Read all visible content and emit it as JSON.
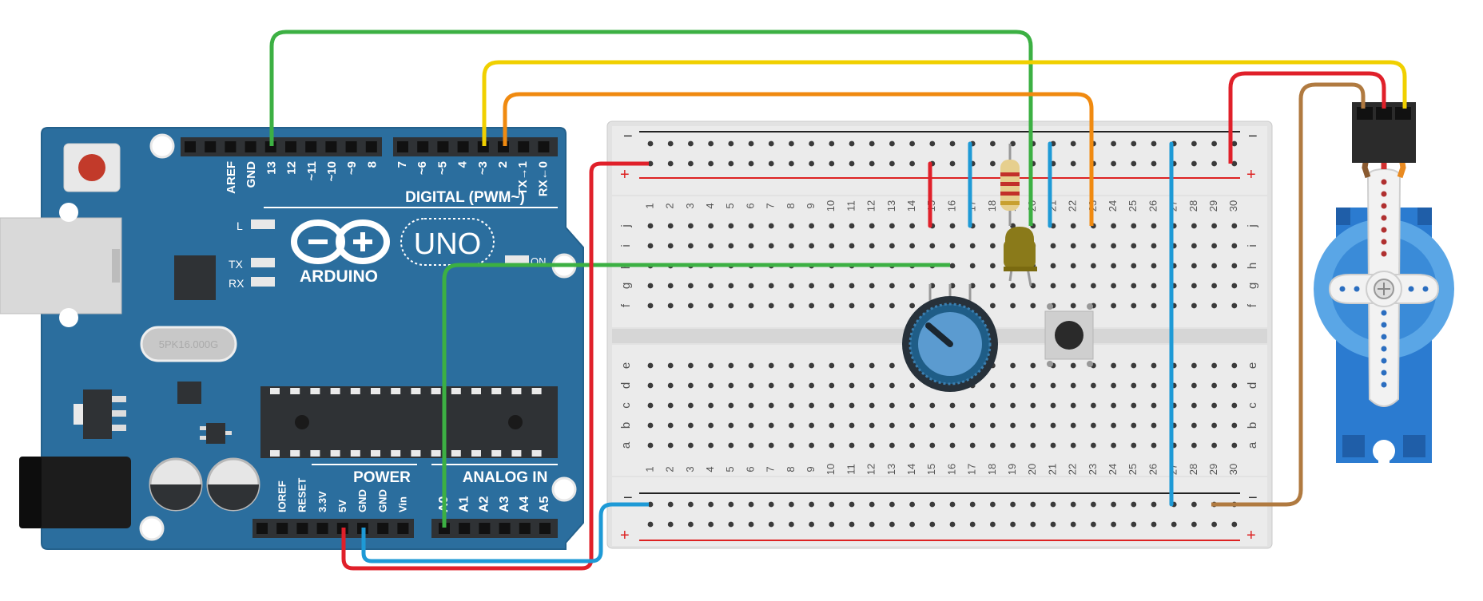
{
  "arduino": {
    "logo_text": "ARDUINO",
    "model_badge": "UNO",
    "digital_header": "DIGITAL (PWM~)",
    "power_header": "POWER",
    "analog_header": "ANALOG IN",
    "crystal_label": "5PK16.000G",
    "led_labels": {
      "l": "L",
      "tx": "TX",
      "rx": "RX",
      "on": "ON"
    },
    "digital_pins_left": [
      "AREF",
      "GND",
      "13",
      "12",
      "~11",
      "~10",
      "~9",
      "8"
    ],
    "digital_pins_right": [
      "7",
      "~6",
      "~5",
      "4",
      "~3",
      "2",
      "TX→1",
      "RX←0"
    ],
    "power_pins": [
      "IOREF",
      "RESET",
      "3.3V",
      "5V",
      "GND",
      "GND",
      "Vin"
    ],
    "analog_pins": [
      "A0",
      "A1",
      "A2",
      "A3",
      "A4",
      "A5"
    ]
  },
  "breadboard": {
    "plus_sign": "+",
    "minus_sign": "−",
    "column_numbers": [
      "1",
      "2",
      "3",
      "4",
      "5",
      "6",
      "7",
      "8",
      "9",
      "10",
      "11",
      "12",
      "13",
      "14",
      "15",
      "16",
      "17",
      "18",
      "19",
      "20",
      "21",
      "22",
      "23",
      "24",
      "25",
      "26",
      "27",
      "28",
      "29",
      "30"
    ],
    "rows_top": [
      "j",
      "i",
      "h",
      "g",
      "f"
    ],
    "rows_bottom": [
      "e",
      "d",
      "c",
      "b",
      "a"
    ]
  },
  "colors": {
    "board_blue": "#2b6e9e",
    "wire_green": "#3cb043",
    "wire_yellow": "#f0d000",
    "wire_orange": "#f08a10",
    "wire_red": "#e0202a",
    "wire_blue": "#1e9ad6",
    "wire_brown": "#b07a40",
    "servo_blue": "#2b7bd0"
  }
}
